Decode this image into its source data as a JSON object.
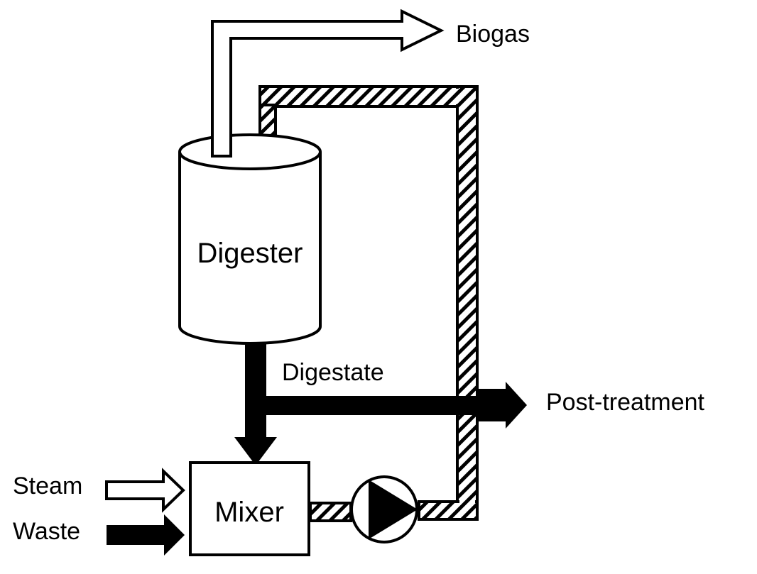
{
  "labels": {
    "biogas": "Biogas",
    "digester": "Digester",
    "digestate": "Digestate",
    "post_treatment": "Post-treatment",
    "steam": "Steam",
    "waste": "Waste",
    "mixer": "Mixer"
  },
  "colors": {
    "stroke": "#000000",
    "fill": "#ffffff",
    "solid_stream": "#000000"
  },
  "icons": {
    "pump": "pump-icon"
  }
}
